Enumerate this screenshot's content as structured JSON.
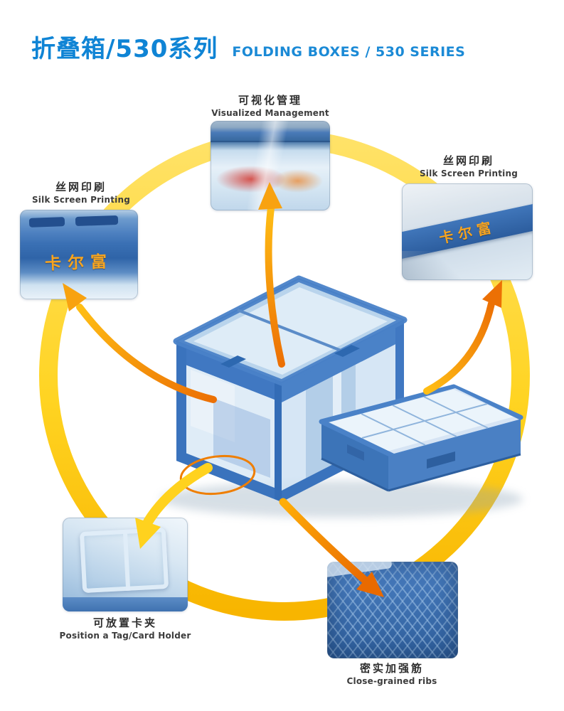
{
  "header": {
    "title_zh": "折叠箱/530系列",
    "title_en": "FOLDING BOXES / 530 SERIES"
  },
  "brand_text": "卡尔富",
  "callouts": {
    "visualized": {
      "label_zh": "可视化管理",
      "label_en": "Visualized Management"
    },
    "silk_left": {
      "label_zh": "丝网印刷",
      "label_en": "Silk Screen Printing"
    },
    "silk_right": {
      "label_zh": "丝网印刷",
      "label_en": "Silk Screen Printing"
    },
    "card_holder": {
      "label_zh": "可放置卡夹",
      "label_en": "Position a Tag/Card Holder"
    },
    "ribs": {
      "label_zh": "密实加强筋",
      "label_en": "Close-grained ribs"
    }
  },
  "colors": {
    "title_blue": "#0f84d5",
    "ring_yellow": "#ffd422",
    "arrow_orange": "#ec7004",
    "brand_orange": "#f7a41f",
    "box_blue": "#4078c2"
  }
}
